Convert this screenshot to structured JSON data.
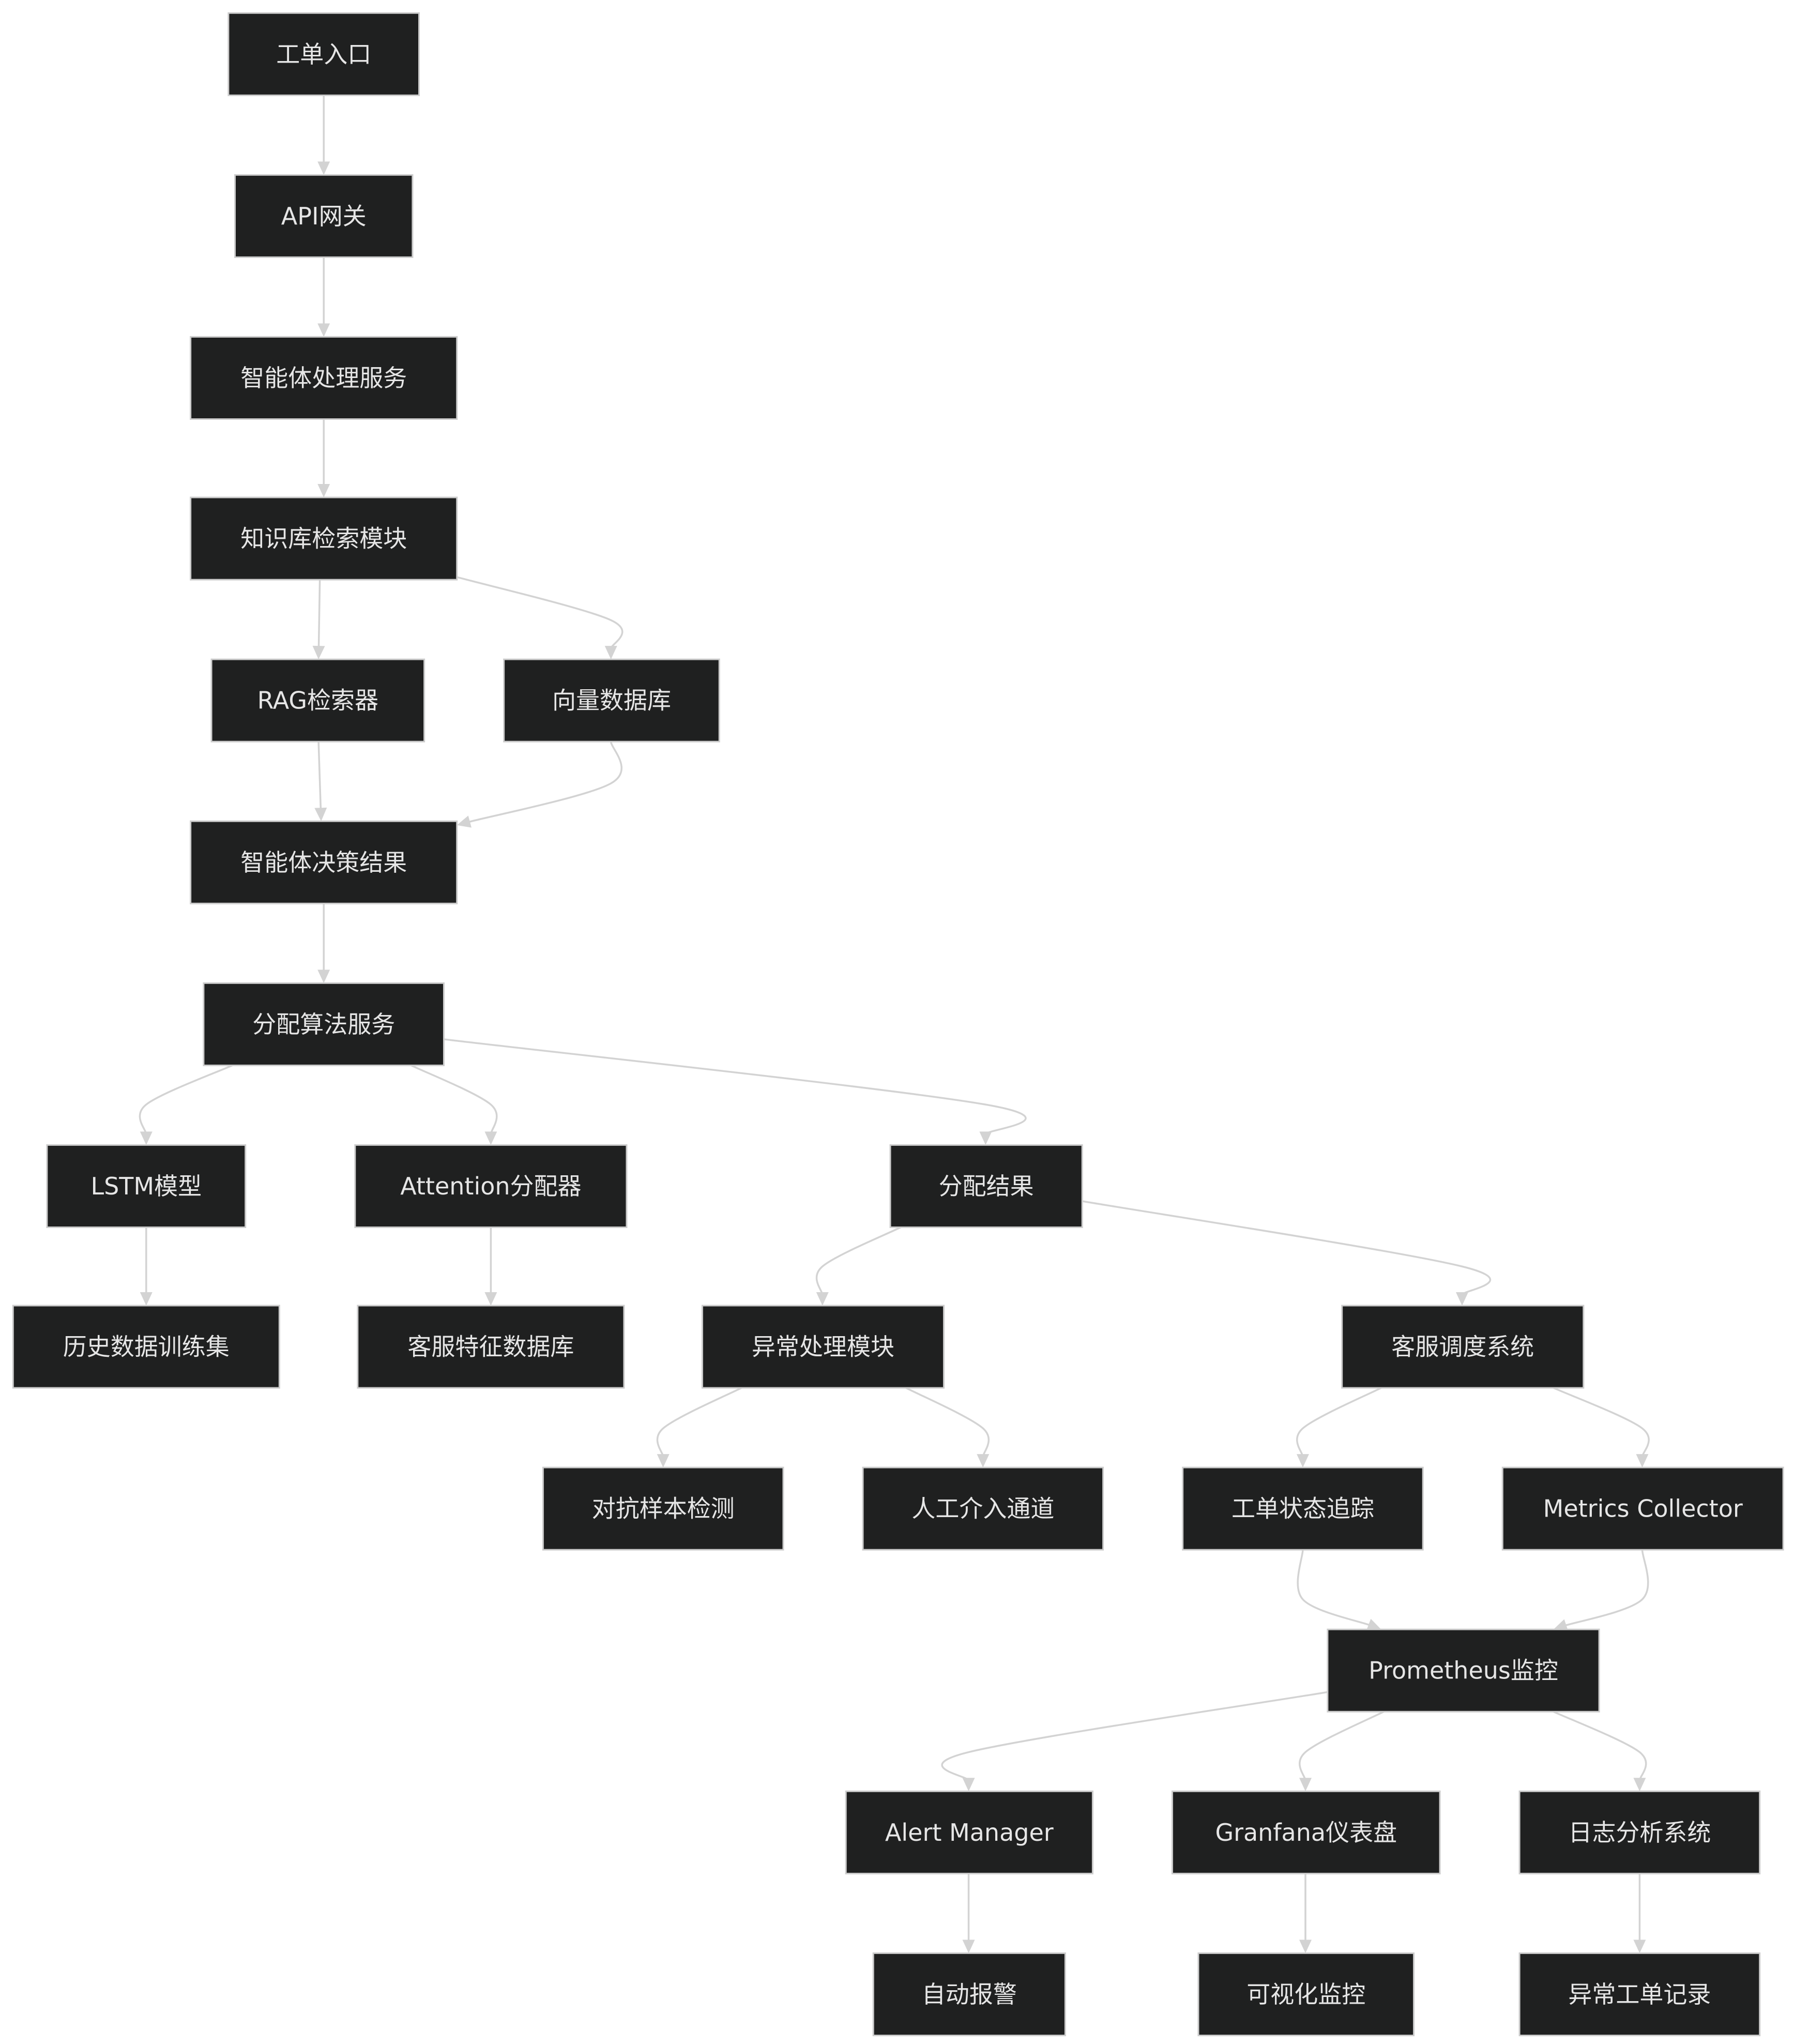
{
  "nodes": [
    {
      "id": "ticket_entry",
      "label": "工单入口"
    },
    {
      "id": "api_gateway",
      "label": "API网关"
    },
    {
      "id": "agent_service",
      "label": "智能体处理服务"
    },
    {
      "id": "kb_search",
      "label": "知识库检索模块"
    },
    {
      "id": "rag",
      "label": "RAG检索器"
    },
    {
      "id": "vector_db",
      "label": "向量数据库"
    },
    {
      "id": "agent_decision",
      "label": "智能体决策结果"
    },
    {
      "id": "alloc_service",
      "label": "分配算法服务"
    },
    {
      "id": "lstm",
      "label": "LSTM模型"
    },
    {
      "id": "attention",
      "label": "Attention分配器"
    },
    {
      "id": "alloc_result",
      "label": "分配结果"
    },
    {
      "id": "history_data",
      "label": "历史数据训练集"
    },
    {
      "id": "cs_feature_db",
      "label": "客服特征数据库"
    },
    {
      "id": "exception_module",
      "label": "异常处理模块"
    },
    {
      "id": "cs_dispatch",
      "label": "客服调度系统"
    },
    {
      "id": "adversarial",
      "label": "对抗样本检测"
    },
    {
      "id": "manual_channel",
      "label": "人工介入通道"
    },
    {
      "id": "status_tracking",
      "label": "工单状态追踪"
    },
    {
      "id": "metrics_collector",
      "label": "Metrics Collector"
    },
    {
      "id": "prometheus",
      "label": "Prometheus监控"
    },
    {
      "id": "alert_manager",
      "label": "Alert Manager"
    },
    {
      "id": "grafana",
      "label": "Granfana仪表盘"
    },
    {
      "id": "log_analysis",
      "label": "日志分析系统"
    },
    {
      "id": "auto_alarm",
      "label": "自动报警"
    },
    {
      "id": "visual_monitor",
      "label": "可视化监控"
    },
    {
      "id": "exception_log",
      "label": "异常工单记录"
    }
  ],
  "edges": [
    {
      "from": "ticket_entry",
      "to": "api_gateway"
    },
    {
      "from": "api_gateway",
      "to": "agent_service"
    },
    {
      "from": "agent_service",
      "to": "kb_search"
    },
    {
      "from": "kb_search",
      "to": "rag"
    },
    {
      "from": "kb_search",
      "to": "vector_db"
    },
    {
      "from": "rag",
      "to": "agent_decision"
    },
    {
      "from": "vector_db",
      "to": "agent_decision"
    },
    {
      "from": "agent_decision",
      "to": "alloc_service"
    },
    {
      "from": "alloc_service",
      "to": "lstm"
    },
    {
      "from": "alloc_service",
      "to": "attention"
    },
    {
      "from": "alloc_service",
      "to": "alloc_result"
    },
    {
      "from": "lstm",
      "to": "history_data"
    },
    {
      "from": "attention",
      "to": "cs_feature_db"
    },
    {
      "from": "alloc_result",
      "to": "exception_module"
    },
    {
      "from": "alloc_result",
      "to": "cs_dispatch"
    },
    {
      "from": "exception_module",
      "to": "adversarial"
    },
    {
      "from": "exception_module",
      "to": "manual_channel"
    },
    {
      "from": "cs_dispatch",
      "to": "status_tracking"
    },
    {
      "from": "cs_dispatch",
      "to": "metrics_collector"
    },
    {
      "from": "status_tracking",
      "to": "prometheus"
    },
    {
      "from": "metrics_collector",
      "to": "prometheus"
    },
    {
      "from": "prometheus",
      "to": "alert_manager"
    },
    {
      "from": "prometheus",
      "to": "grafana"
    },
    {
      "from": "prometheus",
      "to": "log_analysis"
    },
    {
      "from": "alert_manager",
      "to": "auto_alarm"
    },
    {
      "from": "grafana",
      "to": "visual_monitor"
    },
    {
      "from": "log_analysis",
      "to": "exception_log"
    }
  ],
  "colors": {
    "node_fill": "#1f2020",
    "node_stroke": "#cccccc",
    "node_text": "#e6e6e6",
    "edge": "#d3d3d3",
    "background": "#ffffff"
  }
}
